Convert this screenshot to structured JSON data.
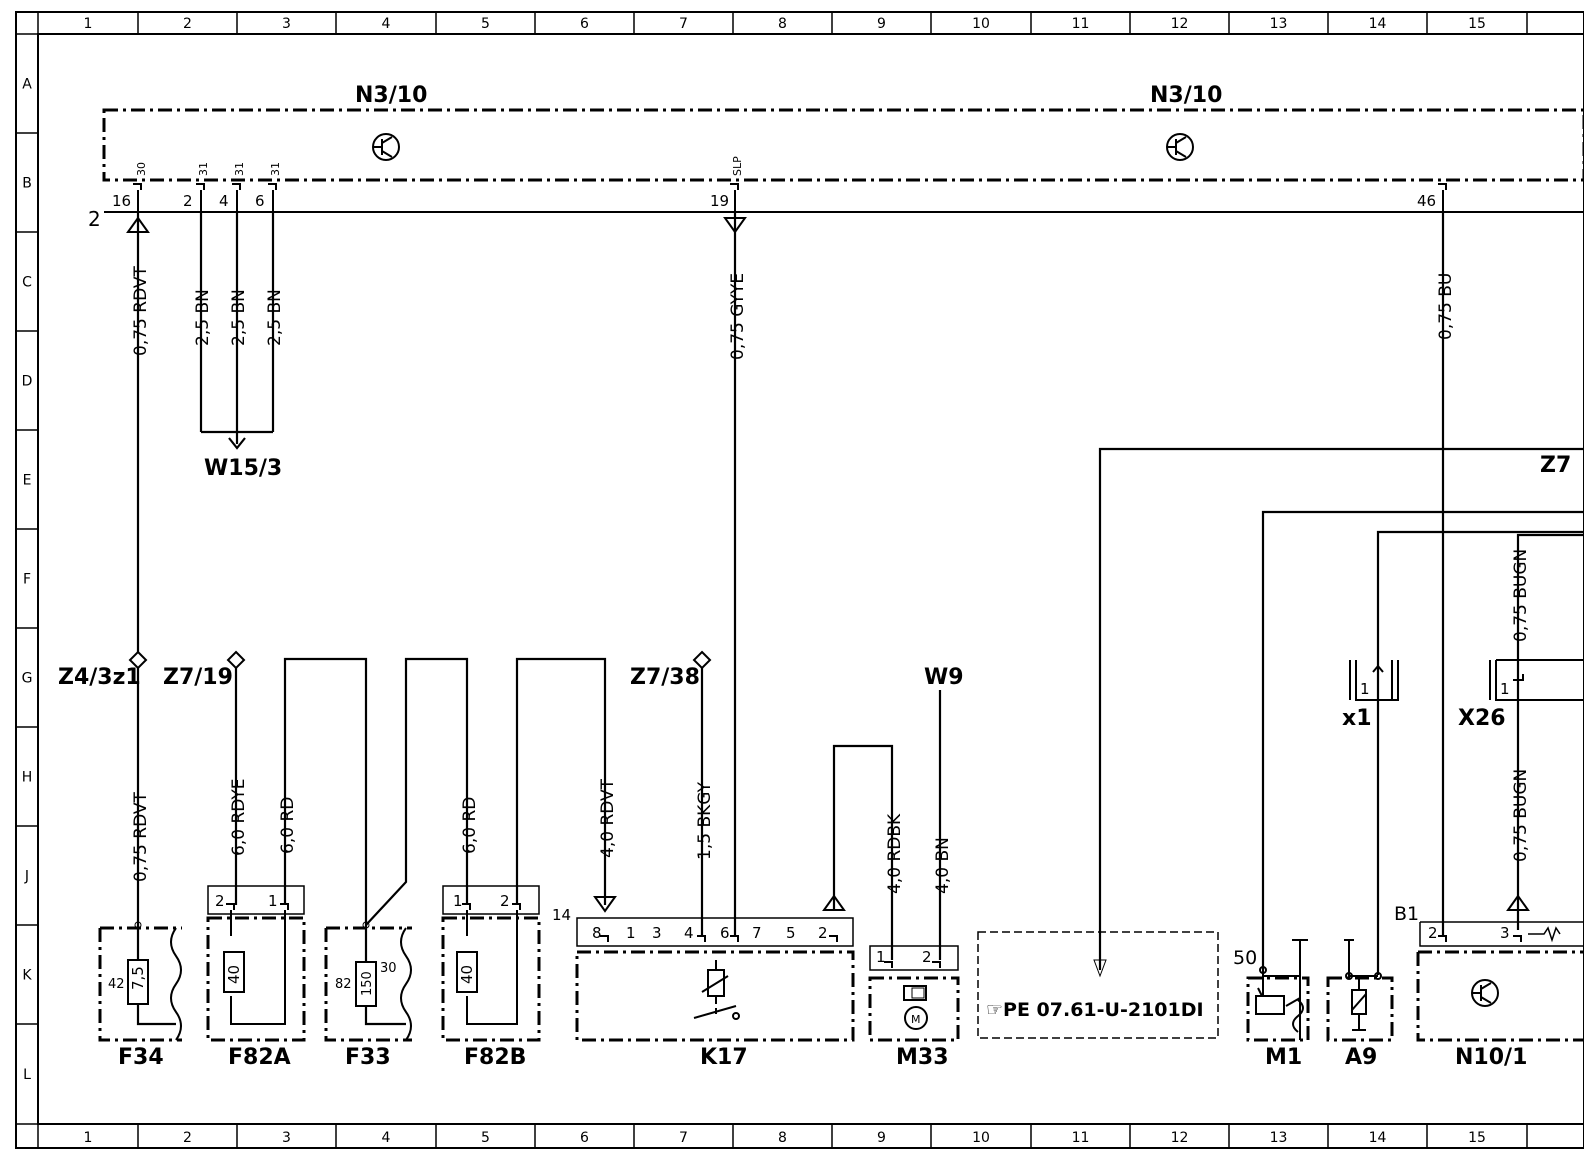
{
  "grid": {
    "columns": [
      "1",
      "2",
      "3",
      "4",
      "5",
      "6",
      "7",
      "8",
      "9",
      "10",
      "11",
      "12",
      "13",
      "14",
      "15"
    ],
    "rows": [
      "A",
      "B",
      "C",
      "D",
      "E",
      "F",
      "G",
      "H",
      "J",
      "K",
      "L"
    ]
  },
  "module": {
    "label_left": "N3/10",
    "label_right": "N3/10",
    "bus_id": "2",
    "pins": {
      "p16": "16",
      "p2": "2",
      "p4": "4",
      "p6": "6",
      "p19": "19",
      "p46": "46",
      "t30": "30",
      "t31a": "31",
      "t31b": "31",
      "t31c": "31",
      "tslp": "SLP"
    }
  },
  "wires": {
    "w_rdvt_top": "0,75 RDVT",
    "w_bn1": "2,5 BN",
    "w_bn2": "2,5 BN",
    "w_bn3": "2,5 BN",
    "w_gyye": "0,75 GYYE",
    "w_bu": "0,75 BU",
    "w_rdvt_bot": "0,75 RDVT",
    "w_rdye": "6,0 RDYE",
    "w_rd1": "6,0 RD",
    "w_rd2": "6,0 RD",
    "w_rdvt4": "4,0 RDVT",
    "w_bkgy": "1,5 BKGY",
    "w_rdbk": "4,0 RDBK",
    "w_bn4": "4,0 BN",
    "w_bugn1": "0,75 BUGN",
    "w_bugn2": "0,75 BUGN"
  },
  "labels": {
    "w15_3": "W15/3",
    "z4": "Z4/3z1",
    "z7_19": "Z7/19",
    "z7_38": "Z7/38",
    "w9": "W9",
    "z7_partial": "Z7",
    "x1": "x1",
    "x26": "X26"
  },
  "components": {
    "f34": "F34",
    "f82a": "F82A",
    "f33": "F33",
    "f82b": "F82B",
    "k17": "K17",
    "m33": "M33",
    "m1": "M1",
    "a9": "A9",
    "n10_1": "N10/1"
  },
  "component_text": {
    "f34_amp": "7,5",
    "f34_pin": "42",
    "f82a_amp": "40",
    "f82a_p2": "2",
    "f82a_p1": "1",
    "f33_amp": "150",
    "f33_p82": "82",
    "f33_p30": "30",
    "f82b_amp": "40",
    "f82b_p1": "1",
    "f82b_p2": "2",
    "k17_conn": "14",
    "k17_pins": [
      "8",
      "1",
      "3",
      "4",
      "6",
      "7",
      "5",
      "2"
    ],
    "m33_p1": "1",
    "m33_p2": "2",
    "m33_motor": "M",
    "ref": "☞PE 07.61-U-2101DI",
    "m1_pin": "50",
    "x1_pin": "1",
    "x26_pin": "1",
    "n10_conn": "B1",
    "n10_p2": "2",
    "n10_p3": "3"
  }
}
